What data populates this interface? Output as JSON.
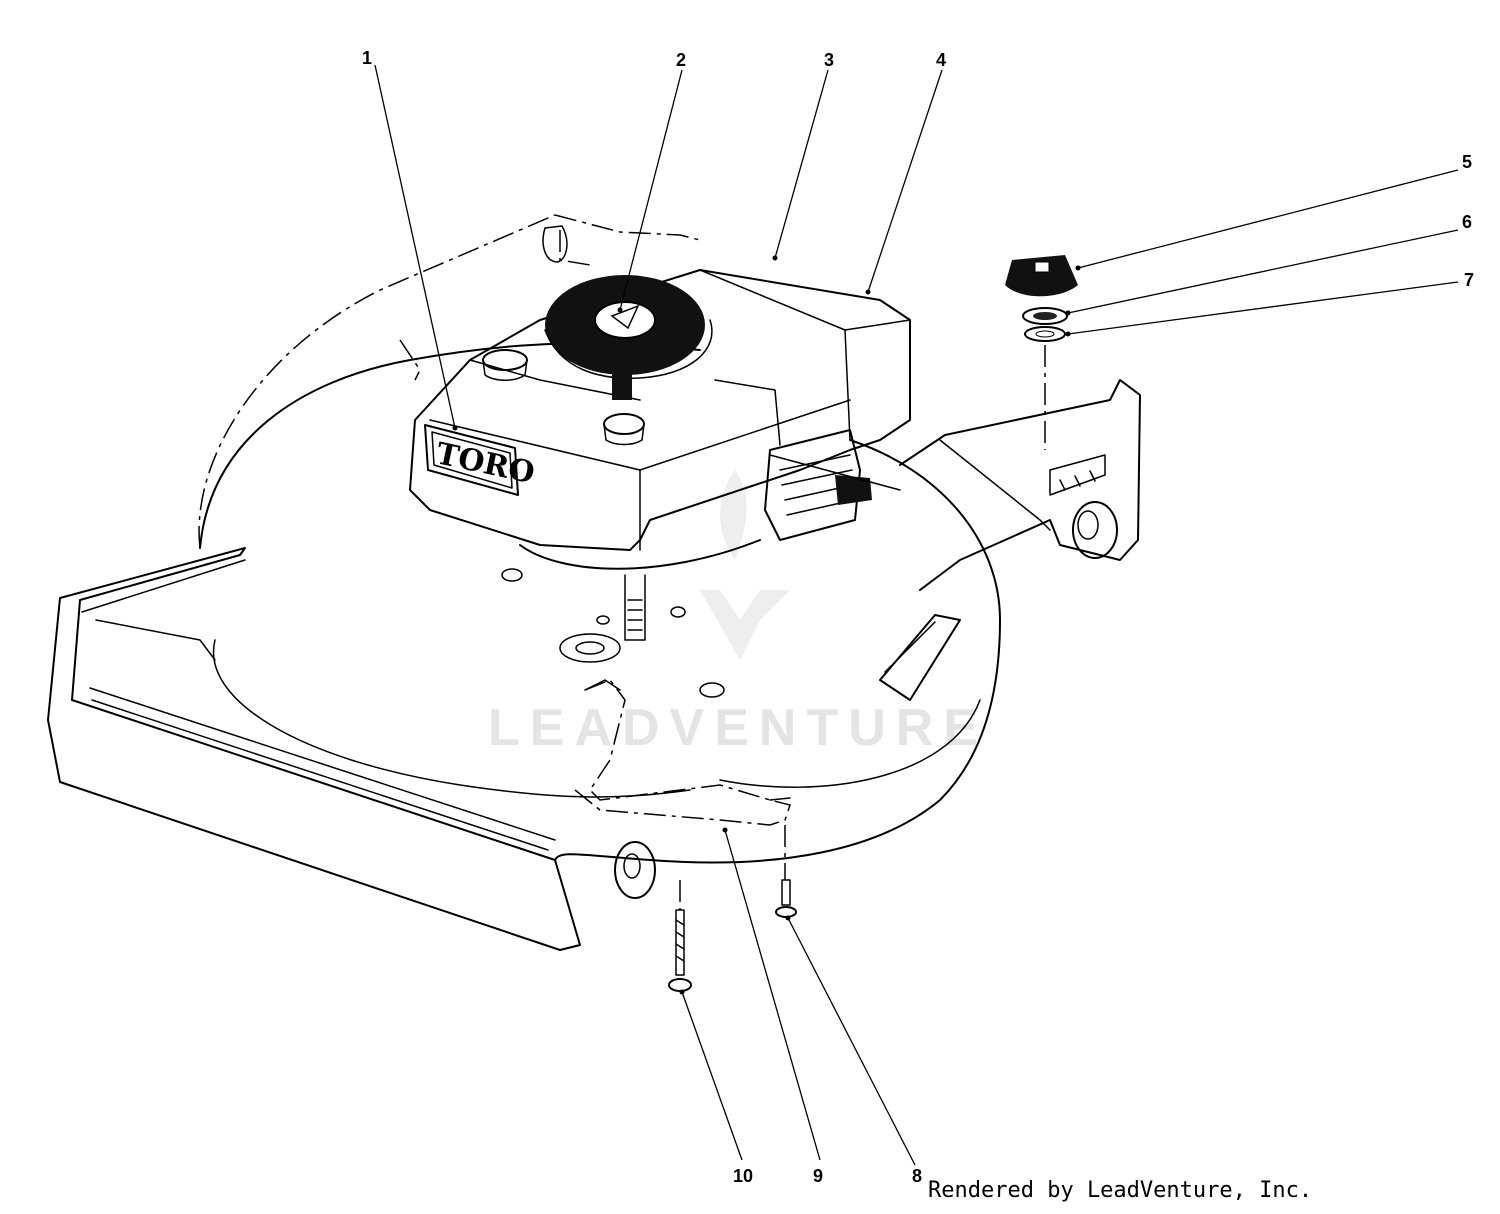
{
  "diagram": {
    "brand_lettering": "TORO",
    "watermark": "LEADVENTURE",
    "footer": "Rendered by LeadVenture, Inc.",
    "callouts": [
      "1",
      "2",
      "3",
      "4",
      "5",
      "6",
      "7",
      "8",
      "9",
      "10"
    ]
  }
}
